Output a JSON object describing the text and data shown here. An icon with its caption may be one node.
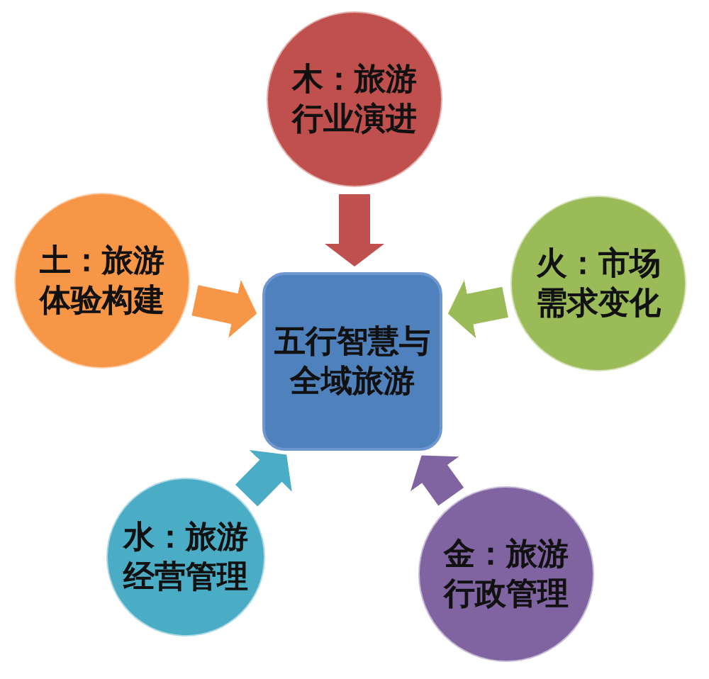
{
  "diagram": {
    "nodes": [
      {
        "text": [
          "木：旅游行业演进"
        ]
      },
      {
        "text": [
          "土：旅游体验构建"
        ]
      },
      {
        "text": [
          "五行智慧与全域旅游"
        ]
      },
      {
        "text": [
          "火：市场需求变化"
        ]
      },
      {
        "text": [
          "水：旅游经营管理"
        ]
      },
      {
        "text": [
          "金：旅游行政管理"
        ]
      }
    ],
    "edges": [
      {
        "from": 0,
        "to": 2,
        "arrow": "to",
        "color": "#c0504d"
      },
      {
        "from": 1,
        "to": 2,
        "arrow": "to",
        "color": "#f79646"
      },
      {
        "from": 3,
        "to": 2,
        "arrow": "to",
        "color": "#9bbb59"
      },
      {
        "from": 4,
        "to": 2,
        "arrow": "to",
        "color": "#4bacc6"
      },
      {
        "from": 5,
        "to": 2,
        "arrow": "to",
        "color": "#8064a2"
      }
    ]
  }
}
